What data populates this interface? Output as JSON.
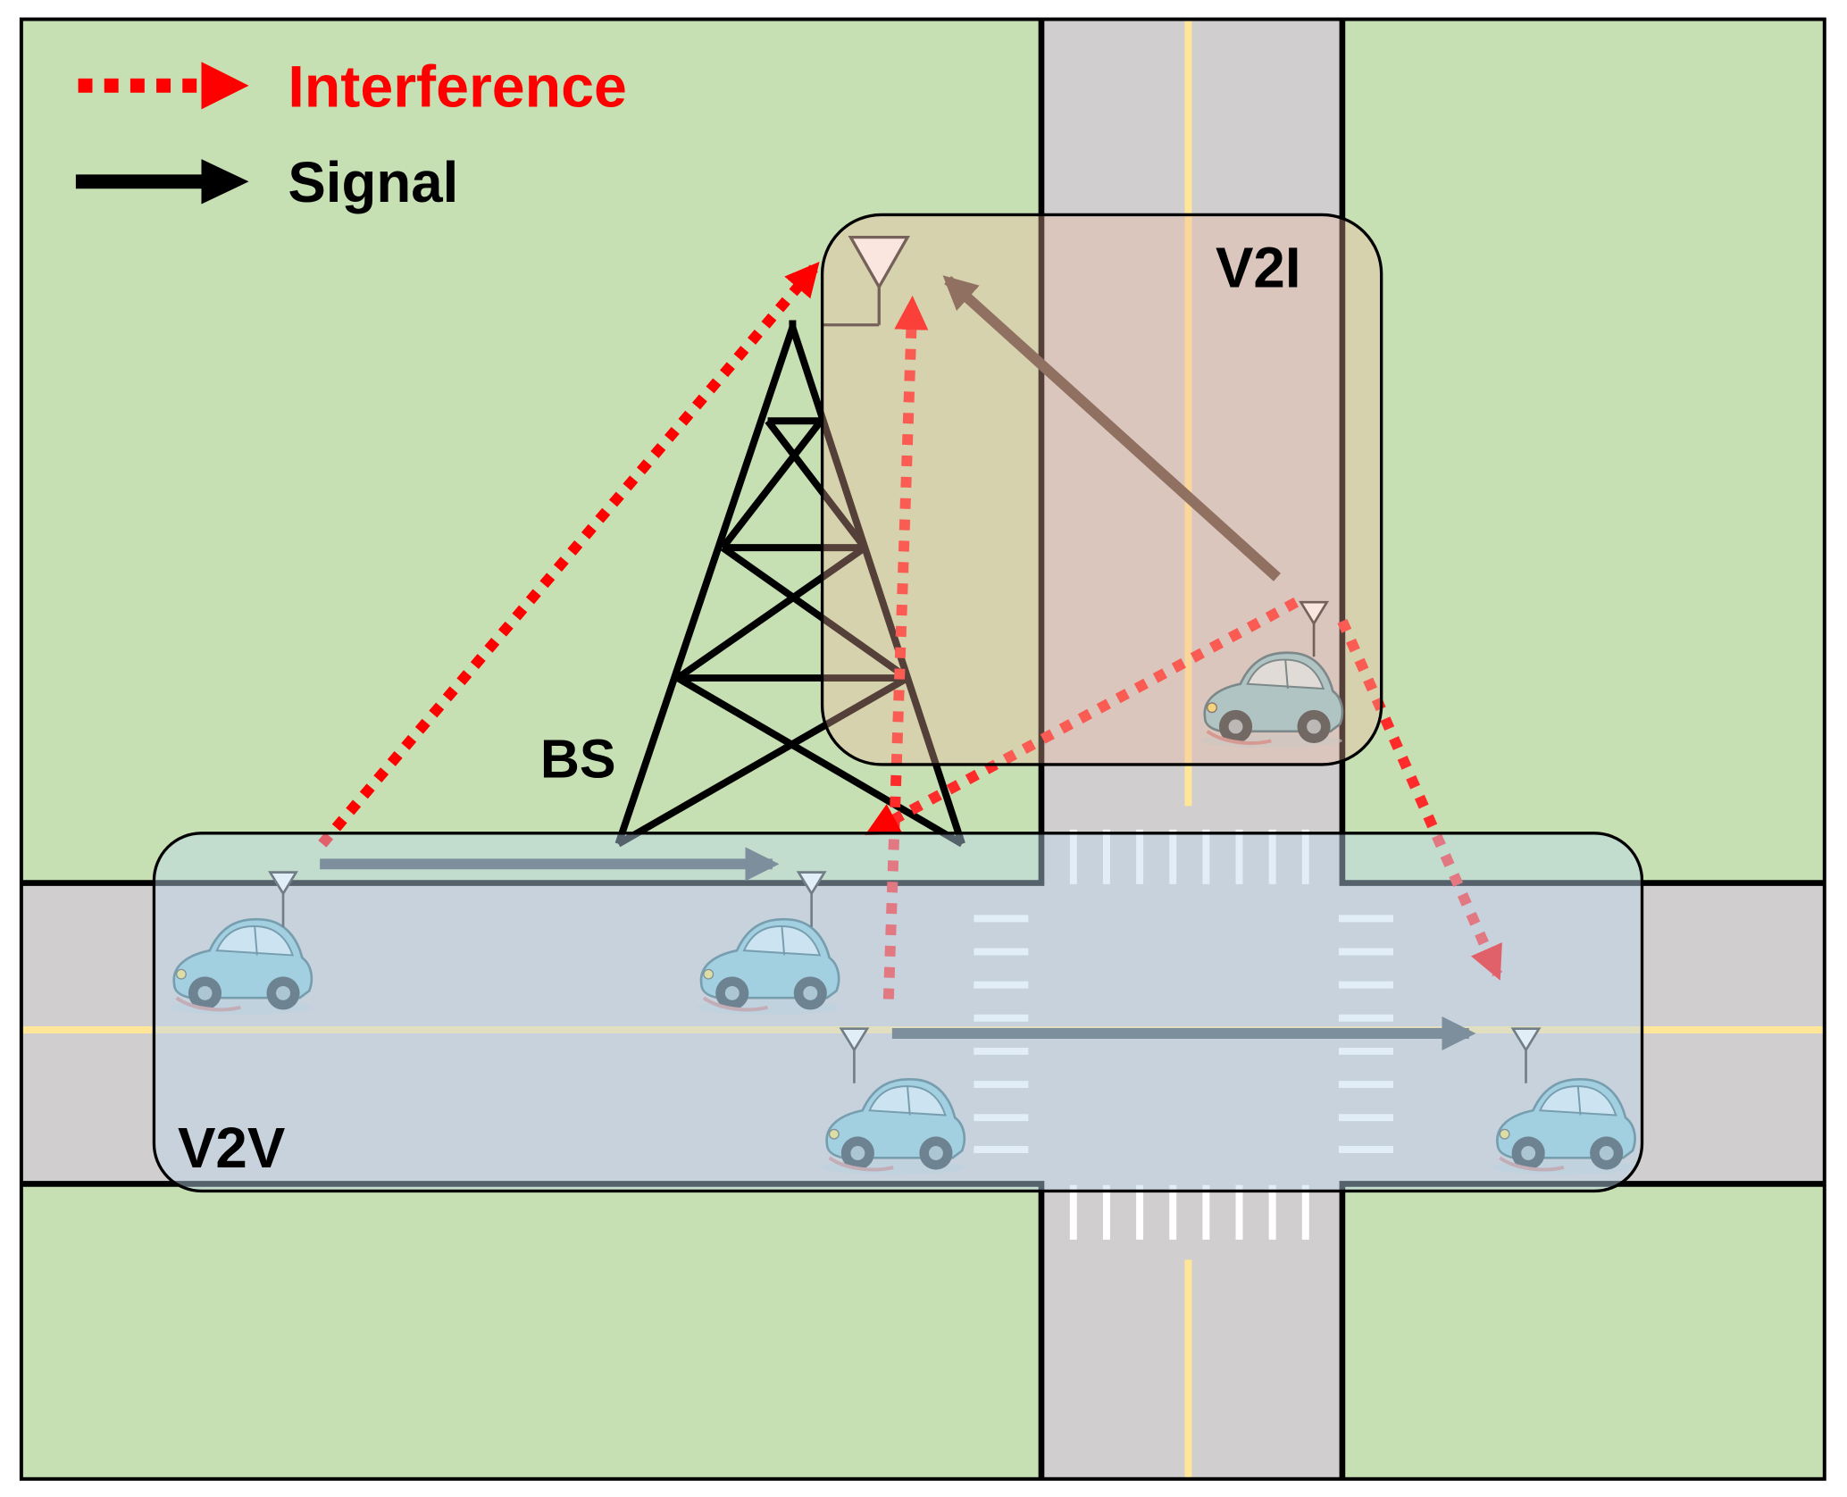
{
  "legend": {
    "interference_label": "Interference",
    "signal_label": "Signal"
  },
  "labels": {
    "base_station": "BS",
    "v2i_zone": "V2I",
    "v2v_zone": "V2V"
  },
  "colors": {
    "grass": "#c6e0b4",
    "road": "#d0cece",
    "lane_marking": "#ffe699",
    "interference": "#ff0000",
    "signal": "#4a535c",
    "v2i_zone_fill": "#f2b6a0",
    "v2v_zone_fill": "#bdd7ee",
    "car_body": "#8ecbd8"
  },
  "icons": [
    "base-station-tower-icon",
    "antenna-icon",
    "car-icon"
  ]
}
